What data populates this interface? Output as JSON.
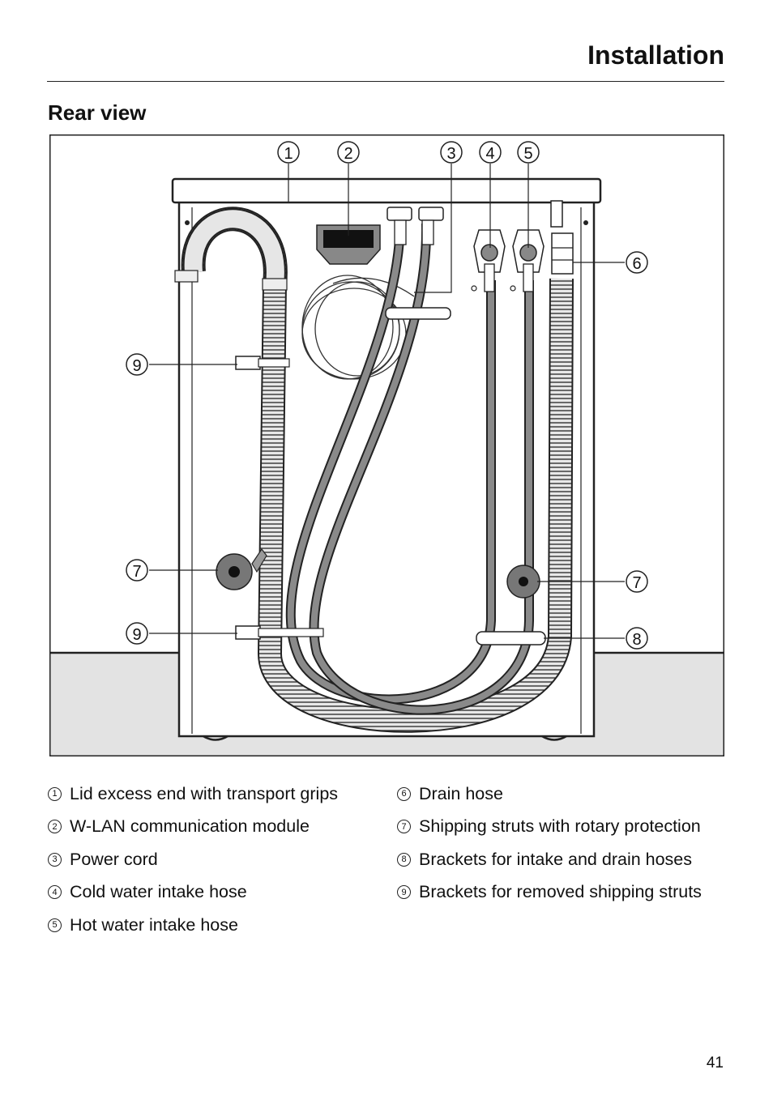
{
  "header": {
    "title": "Installation"
  },
  "section": {
    "title": "Rear view"
  },
  "figure": {
    "callouts": [
      "1",
      "2",
      "3",
      "4",
      "5",
      "6",
      "7",
      "7",
      "8",
      "9",
      "9"
    ]
  },
  "legend": {
    "left": [
      {
        "num": "1",
        "text": "Lid excess end with transport grips"
      },
      {
        "num": "2",
        "text": "W-LAN communication module"
      },
      {
        "num": "3",
        "text": "Power cord"
      },
      {
        "num": "4",
        "text": "Cold water intake hose"
      },
      {
        "num": "5",
        "text": "Hot water intake hose"
      }
    ],
    "right": [
      {
        "num": "6",
        "text": "Drain hose"
      },
      {
        "num": "7",
        "text": "Shipping struts with rotary protection"
      },
      {
        "num": "8",
        "text": "Brackets for intake and drain hoses"
      },
      {
        "num": "9",
        "text": "Brackets for removed shipping struts"
      }
    ]
  },
  "page_number": "41"
}
